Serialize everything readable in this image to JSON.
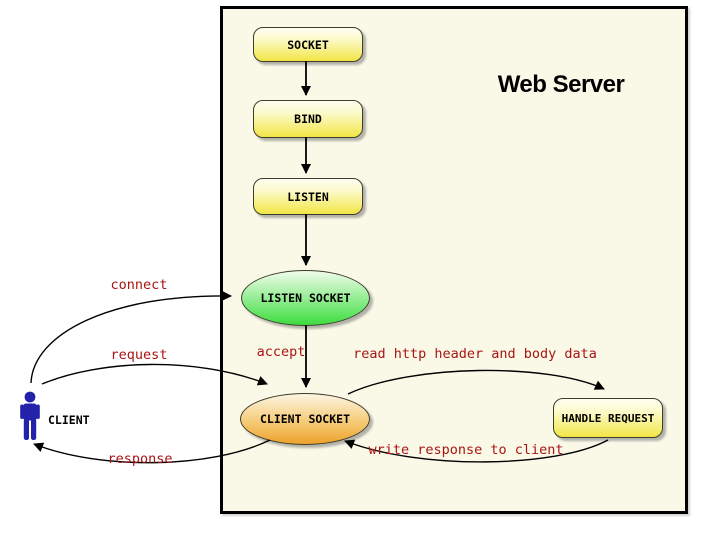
{
  "title": "Web Server",
  "nodes": {
    "socket": {
      "label": "SOCKET"
    },
    "bind": {
      "label": "BIND"
    },
    "listen": {
      "label": "LISTEN"
    },
    "listen_socket": {
      "label": "LISTEN SOCKET"
    },
    "client_socket": {
      "label": "CLIENT SOCKET"
    },
    "handle_request": {
      "label": "HANDLE REQUEST"
    }
  },
  "actor": {
    "label": "CLIENT"
  },
  "edge_labels": {
    "connect": "connect",
    "request": "request",
    "response": "response",
    "accept": "accept",
    "read_http": "read http header and body data",
    "write_response": "write response to client"
  },
  "colors": {
    "label_red": "#A91414",
    "node_yellow_top": "#FFFEF2",
    "node_yellow_bottom": "#F2E546",
    "ellipse_green_top": "#F1FCEB",
    "ellipse_green_bottom": "#3EDC3E",
    "ellipse_orange_top": "#FCF5E2",
    "ellipse_orange_bottom": "#EEA22C",
    "server_box_bg": "#FAF9E8",
    "actor_blue": "#2222AA"
  }
}
